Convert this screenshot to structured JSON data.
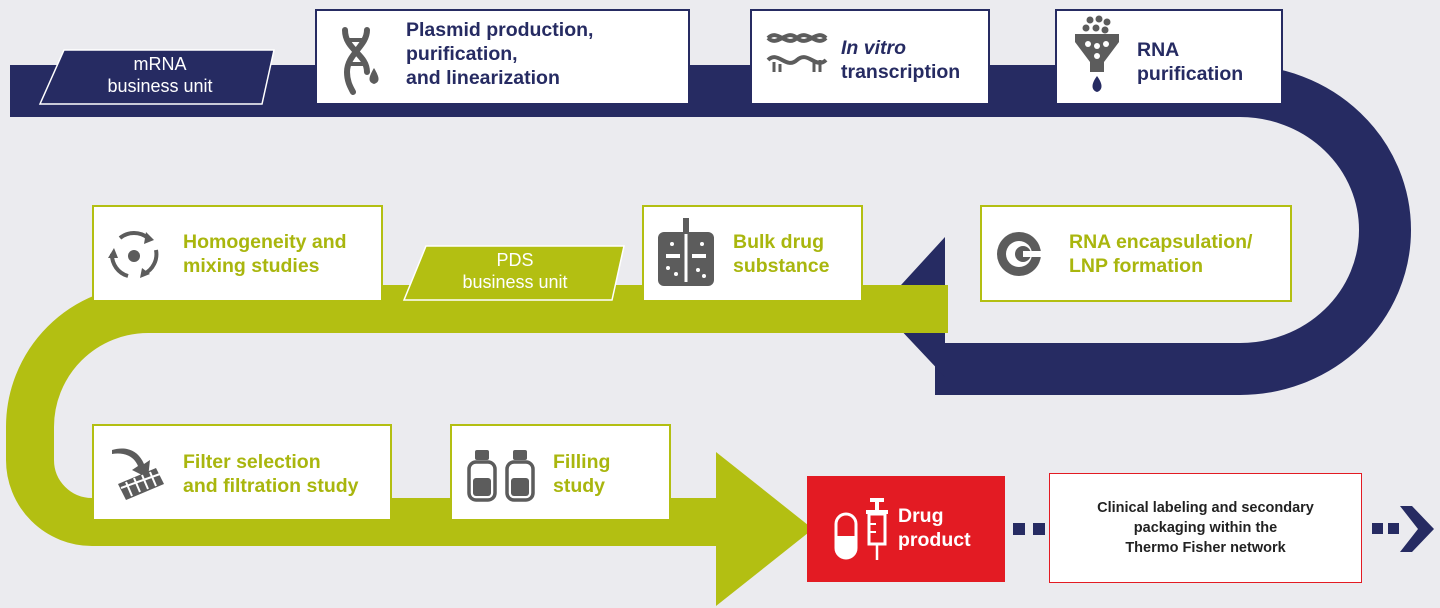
{
  "colors": {
    "navy": "#262b62",
    "lime": "#b3bf12",
    "red": "#e31b23",
    "background": "#ebebef"
  },
  "mrna_unit": {
    "line1": "mRNA",
    "line2": "business unit"
  },
  "pds_unit": {
    "line1": "PDS",
    "line2": "business unit"
  },
  "steps": {
    "plasmid": {
      "line1": "Plasmid production,",
      "line2": "purification,",
      "line3": "and linearization",
      "icon": "dna-drop-icon"
    },
    "ivt": {
      "line1_italic": "In vitro",
      "line2": "transcription",
      "icon": "rna-strands-icon"
    },
    "rna_purification": {
      "line1": "RNA",
      "line2": "purification",
      "icon": "filter-funnel-icon"
    },
    "encapsulation": {
      "line1": "RNA encapsulation/",
      "line2": "LNP formation",
      "icon": "lipid-nanoparticle-icon"
    },
    "bulk": {
      "line1": "Bulk drug",
      "line2": "substance",
      "icon": "bioreactor-tank-icon"
    },
    "homogeneity": {
      "line1": "Homogeneity and",
      "line2": "mixing studies",
      "icon": "circular-mixing-icon"
    },
    "filter": {
      "line1": "Filter selection",
      "line2": "and filtration study",
      "icon": "filter-membrane-icon"
    },
    "filling": {
      "line1": "Filling",
      "line2": "study",
      "icon": "vials-icon"
    }
  },
  "drug_product": {
    "line1": "Drug",
    "line2": "product",
    "icon": "capsule-syringe-icon"
  },
  "clinical": {
    "line1": "Clinical labeling and secondary",
    "line2": "packaging within the",
    "line3": "Thermo Fisher network"
  }
}
